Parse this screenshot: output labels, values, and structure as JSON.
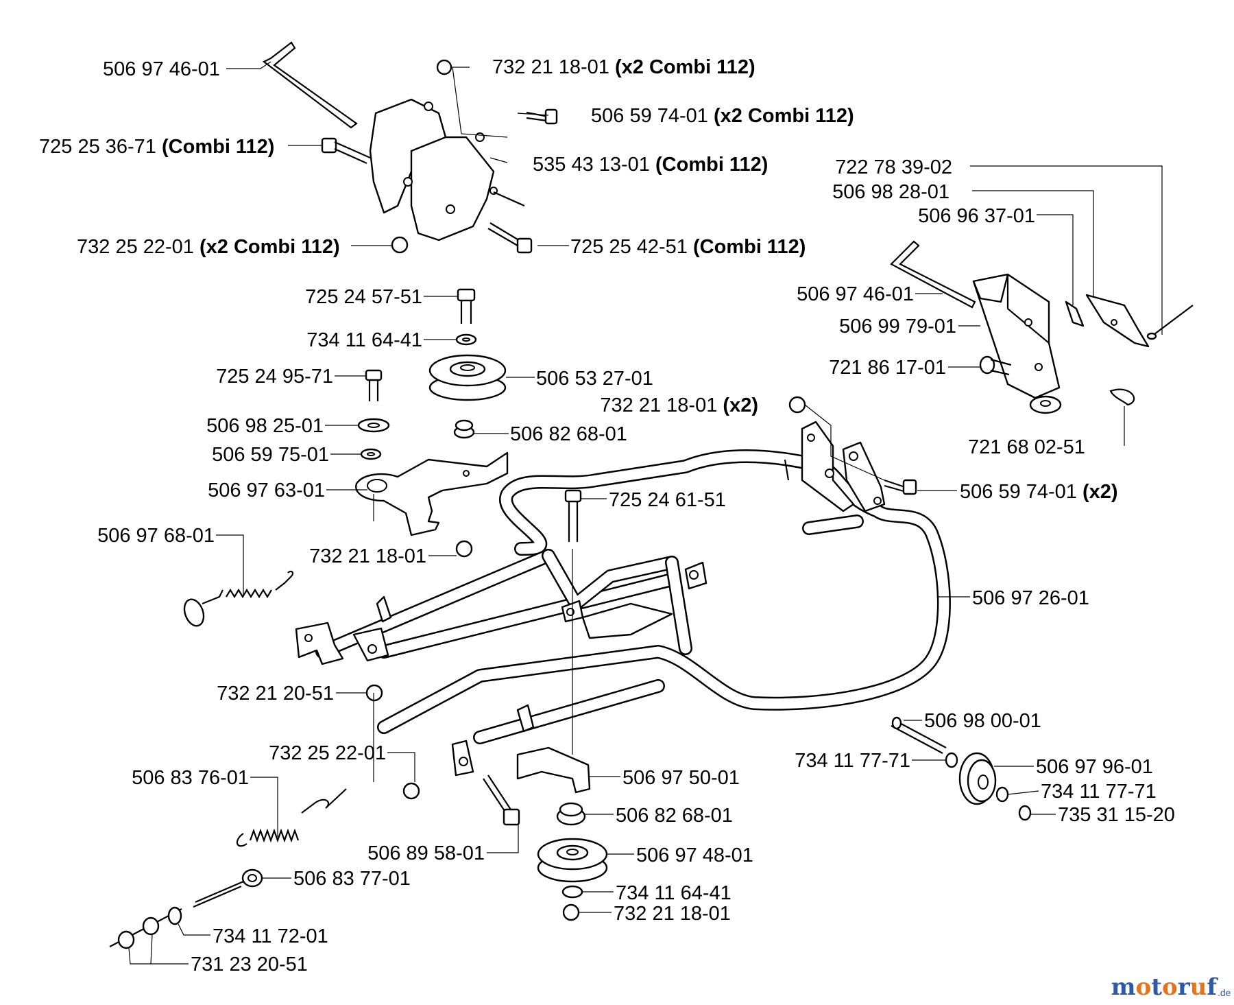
{
  "labels": [
    {
      "part": "506 97 46-01",
      "note": ""
    },
    {
      "part": "732 21 18-01",
      "note": "(x2 Combi 112)"
    },
    {
      "part": "506 59 74-01",
      "note": "(x2 Combi 112)"
    },
    {
      "part": "725 25 36-71",
      "note": "(Combi 112)"
    },
    {
      "part": "535 43 13-01",
      "note": "(Combi 112)"
    },
    {
      "part": "732 25 22-01",
      "note": "(x2 Combi 112)"
    },
    {
      "part": "725 25 42-51",
      "note": "(Combi 112)"
    },
    {
      "part": "722 78 39-02",
      "note": ""
    },
    {
      "part": "506 98 28-01",
      "note": ""
    },
    {
      "part": "506 96 37-01",
      "note": ""
    },
    {
      "part": "506 97 46-01",
      "note": ""
    },
    {
      "part": "506 99 79-01",
      "note": ""
    },
    {
      "part": "721 86 17-01",
      "note": ""
    },
    {
      "part": "721 68 02-51",
      "note": ""
    },
    {
      "part": "725 24 57-51",
      "note": ""
    },
    {
      "part": "734 11 64-41",
      "note": ""
    },
    {
      "part": "506 53 27-01",
      "note": ""
    },
    {
      "part": "725 24 95-71",
      "note": ""
    },
    {
      "part": "506 98 25-01",
      "note": ""
    },
    {
      "part": "506 82 68-01",
      "note": ""
    },
    {
      "part": "506 59 75-01",
      "note": ""
    },
    {
      "part": "506 97 63-01",
      "note": ""
    },
    {
      "part": "732 21 18-01",
      "note": "(x2)"
    },
    {
      "part": "506 59 74-01",
      "note": "(x2)"
    },
    {
      "part": "725 24 61-51",
      "note": ""
    },
    {
      "part": "506 97 68-01",
      "note": ""
    },
    {
      "part": "732 21 18-01",
      "note": ""
    },
    {
      "part": "506 97 26-01",
      "note": ""
    },
    {
      "part": "732 21 20-51",
      "note": ""
    },
    {
      "part": "506 98 00-01",
      "note": ""
    },
    {
      "part": "734 11 77-71",
      "note": ""
    },
    {
      "part": "506 97 96-01",
      "note": ""
    },
    {
      "part": "734 11 77-71",
      "note": ""
    },
    {
      "part": "735 31 15-20",
      "note": ""
    },
    {
      "part": "732 25 22-01",
      "note": ""
    },
    {
      "part": "506 97 50-01",
      "note": ""
    },
    {
      "part": "506 83 76-01",
      "note": ""
    },
    {
      "part": "506 82 68-01",
      "note": ""
    },
    {
      "part": "506 89 58-01",
      "note": ""
    },
    {
      "part": "506 97 48-01",
      "note": ""
    },
    {
      "part": "506 83 77-01",
      "note": ""
    },
    {
      "part": "734 11 64-41",
      "note": ""
    },
    {
      "part": "732 21 18-01",
      "note": ""
    },
    {
      "part": "734 11 72-01",
      "note": ""
    },
    {
      "part": "731 23 20-51",
      "note": ""
    }
  ],
  "logo": {
    "text": "motoruf",
    "suffix": ".de",
    "colors": [
      "#2d5aa8",
      "#e8731c",
      "#2d5aa8",
      "#e8731c",
      "#2d5aa8",
      "#e8731c",
      "#2d5aa8"
    ]
  }
}
